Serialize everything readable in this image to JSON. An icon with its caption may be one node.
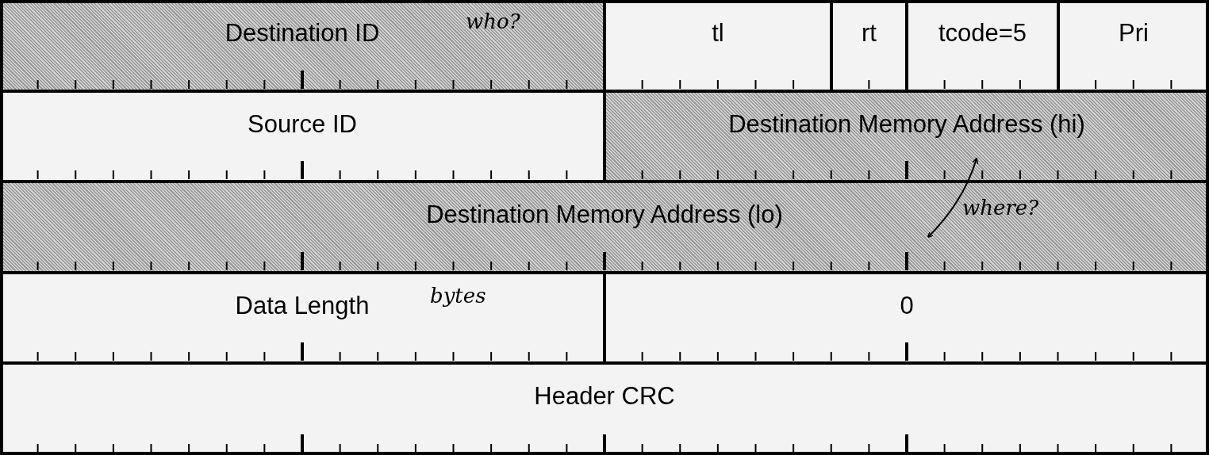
{
  "diagram": {
    "nodes": [
      {
        "text": [
          "Destination ID",
          "who?"
        ]
      },
      {
        "text": [
          "tl"
        ]
      },
      {
        "text": [
          "rt"
        ]
      },
      {
        "text": [
          "tcode=5"
        ]
      },
      {
        "text": [
          "Pri"
        ]
      },
      {
        "text": [
          "Source ID"
        ]
      },
      {
        "text": [
          "Destination Memory Address (hi)"
        ]
      },
      {
        "text": [
          "Destination Memory Address (lo)"
        ]
      },
      {
        "text": [
          "Data Length",
          "bytes"
        ]
      },
      {
        "text": [
          "0"
        ]
      },
      {
        "text": [
          "Header CRC"
        ]
      }
    ],
    "edges": [
      {
        "from": 7,
        "to": 6,
        "arrow": "both",
        "label": "where?"
      }
    ]
  }
}
